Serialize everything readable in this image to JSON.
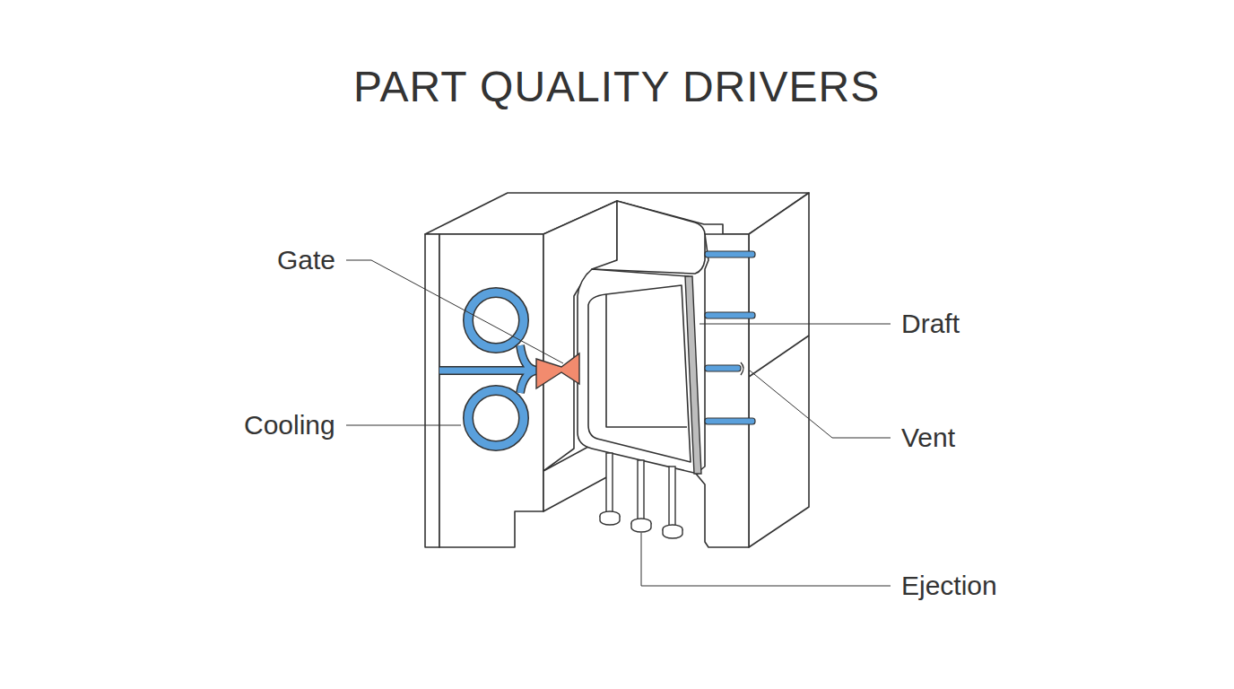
{
  "diagram": {
    "title": "PART QUALITY DRIVERS",
    "labels": [
      "Gate",
      "Cooling",
      "Draft",
      "Vent",
      "Ejection"
    ]
  }
}
